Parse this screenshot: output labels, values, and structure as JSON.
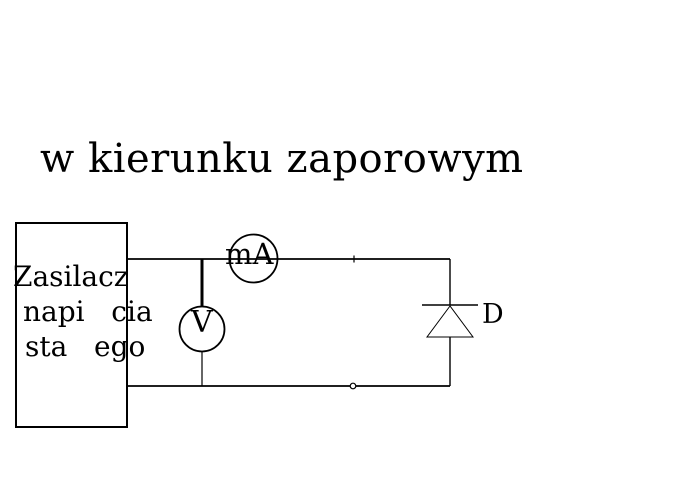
{
  "page": {
    "background_color": "#ffffff",
    "ink_color": "#000000"
  },
  "title": {
    "text": "w kierunku zaporowym"
  },
  "power_supply": {
    "line1": "Zasilacz",
    "line2": "napi   cia",
    "line3": "sta   ego"
  },
  "meters": {
    "ammeter_label": "mA",
    "voltmeter_label": "V"
  },
  "diode": {
    "label": "D"
  }
}
